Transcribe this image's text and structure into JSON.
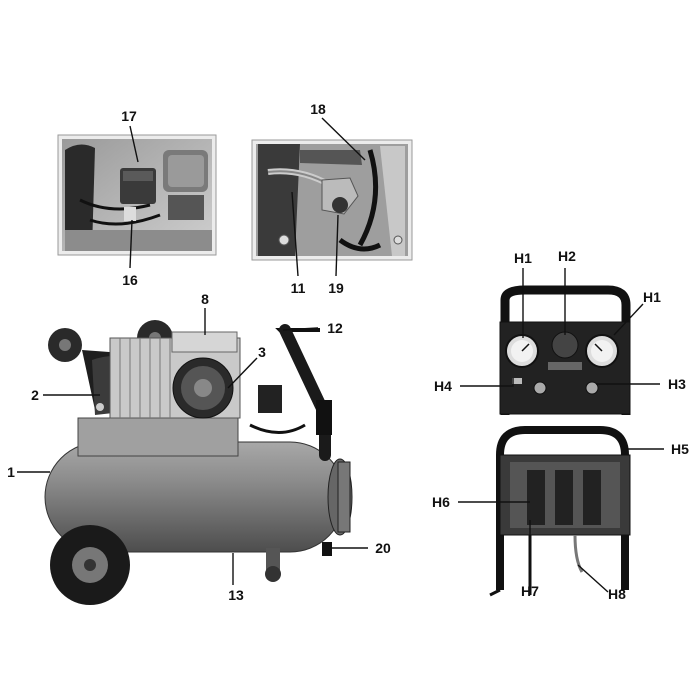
{
  "labels": {
    "l17": "17",
    "l16": "16",
    "l18": "18",
    "l11": "11",
    "l19": "19",
    "l8": "8",
    "l12": "12",
    "l2": "2",
    "l3": "3",
    "l1": "1",
    "l20": "20",
    "l13": "13",
    "lH1a": "H1",
    "lH2": "H2",
    "lH1b": "H1",
    "lH4": "H4",
    "lH3": "H3",
    "lH5": "H5",
    "lH6": "H6",
    "lH7": "H7",
    "lH8": "H8"
  },
  "colors": {
    "tank": "#8a8a8a",
    "tank_dark": "#5a5a5a",
    "photo_bg": "#bdbdbd",
    "black": "#111111"
  }
}
